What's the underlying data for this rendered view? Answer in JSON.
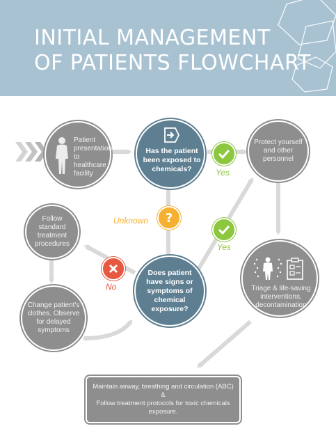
{
  "header": {
    "title_line1": "INITIAL MANAGEMENT",
    "title_line2": "OF PATIENTS FLOWCHART"
  },
  "nodes": {
    "presentation": "Patient presentation to healthcare facility",
    "exposed_question": "Has the patient been exposed to chemicals?",
    "protect": "Protect yourself and other personnel",
    "standard_treatment": "Follow standard treatment procedures",
    "signs_question": "Does patient have signs or symptoms of chemical exposure?",
    "change_clothes": "Change patient's clothes. Observe for delayed symptoms",
    "triage": "Triage & life-saving interventions, decontamination"
  },
  "decisions": {
    "yes_1": "Yes",
    "yes_2": "Yes",
    "unknown": "Unknown",
    "no": "No"
  },
  "final_box": {
    "line1": "Maintain airway, breathing and circulation (ABC)",
    "line2": "&",
    "line3": "Follow treatment protocols for toxic chemicals exposure."
  },
  "icons": {
    "person": "person-silhouette-icon",
    "enter": "entry-arrow-icon",
    "check": "checkmark-icon",
    "question": "question-mark-icon",
    "cross": "x-mark-icon",
    "triage": "triage-clipboard-icon",
    "chevrons": "chevron-arrows-icon"
  },
  "colors": {
    "header": "#a8c2d2",
    "gray_node": "#8e8e8e",
    "blue_node": "#5e7f92",
    "connector": "#d9d9d9",
    "yes": "#8dc63f",
    "no": "#e8573f",
    "unknown": "#f5b031"
  }
}
